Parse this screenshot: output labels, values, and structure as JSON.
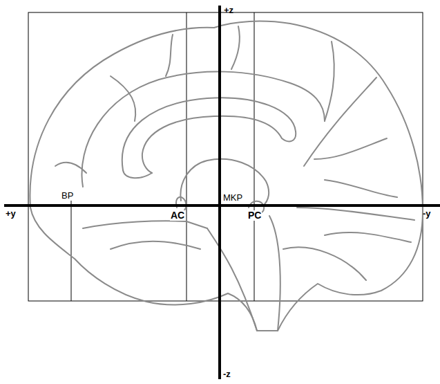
{
  "diagram": {
    "labels": [
      "+z",
      "-z",
      "+y",
      "-y",
      "BP",
      "MKP",
      "AC",
      "PC"
    ]
  }
}
